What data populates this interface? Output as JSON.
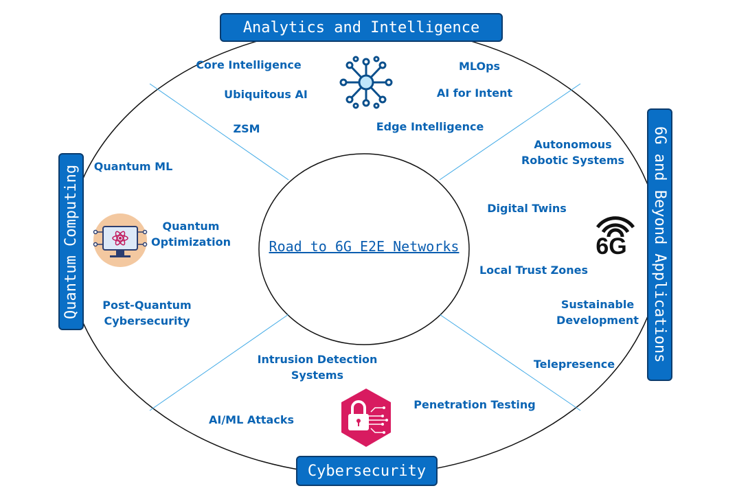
{
  "headers": {
    "top": "Analytics and Intelligence",
    "left": "Quantum Computing",
    "right": "6G and Beyond Applications",
    "bottom": "Cybersecurity"
  },
  "center": {
    "title": "Road to 6G E2E Networks"
  },
  "analytics": {
    "core_intelligence": "Core Intelligence",
    "ubiquitous_ai": "Ubiquitous AI",
    "zsm": "ZSM",
    "mlops": "MLOps",
    "ai_for_intent": "AI for Intent",
    "edge_intelligence": "Edge Intelligence"
  },
  "quantum": {
    "quantum_ml": "Quantum ML",
    "quantum_optimization_1": "Quantum",
    "quantum_optimization_2": "Optimization",
    "post_quantum_1": "Post-Quantum",
    "post_quantum_2": "Cybersecurity"
  },
  "applications": {
    "autonomous_1": "Autonomous",
    "autonomous_2": "Robotic Systems",
    "digital_twins": "Digital Twins",
    "local_trust_zones": "Local Trust Zones",
    "sustainable_1": "Sustainable",
    "sustainable_2": "Development",
    "telepresence": "Telepresence"
  },
  "security": {
    "intrusion_1": "Intrusion Detection",
    "intrusion_2": "Systems",
    "ai_ml_attacks": "AI/ML Attacks",
    "penetration_testing": "Penetration Testing"
  },
  "logo_6g": {
    "text": "6G"
  },
  "colors": {
    "label": "#0a64b4",
    "header_bg": "#0a6fc6",
    "divider": "#3fa9e6",
    "lock_bg": "#d81b60",
    "quantum_icon_bg": "#f3c8a0"
  }
}
